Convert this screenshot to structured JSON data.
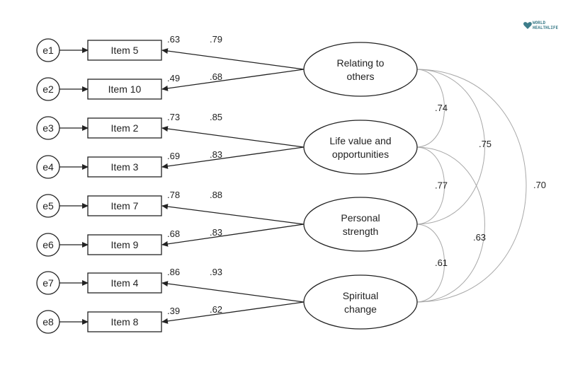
{
  "logo": {
    "line1": "WORLD",
    "line2": "HEALTHLIFE",
    "color": "#3d7d8a"
  },
  "errors": [
    "e1",
    "e2",
    "e3",
    "e4",
    "e5",
    "e6",
    "e7",
    "e8"
  ],
  "items": [
    {
      "label": "Item 5",
      "r2": ".63",
      "loading": ".79"
    },
    {
      "label": "Item 10",
      "r2": ".49",
      "loading": ".68"
    },
    {
      "label": "Item 2",
      "r2": ".73",
      "loading": ".85"
    },
    {
      "label": "Item 3",
      "r2": ".69",
      "loading": ".83"
    },
    {
      "label": "Item 7",
      "r2": ".78",
      "loading": ".88"
    },
    {
      "label": "Item 9",
      "r2": ".68",
      "loading": ".83"
    },
    {
      "label": "Item 4",
      "r2": ".86",
      "loading": ".93"
    },
    {
      "label": "Item 8",
      "r2": ".39",
      "loading": ".62"
    }
  ],
  "factors": [
    {
      "line1": "Relating to",
      "line2": "others"
    },
    {
      "line1": "Life value and",
      "line2": "opportunities"
    },
    {
      "line1": "Personal",
      "line2": "strength"
    },
    {
      "line1": "Spiritual",
      "line2": "change"
    }
  ],
  "correlations": [
    {
      "from": 0,
      "to": 1,
      "value": ".74"
    },
    {
      "from": 0,
      "to": 2,
      "value": ".75"
    },
    {
      "from": 0,
      "to": 3,
      "value": ".70"
    },
    {
      "from": 1,
      "to": 2,
      "value": ".77"
    },
    {
      "from": 1,
      "to": 3,
      "value": ".63"
    },
    {
      "from": 2,
      "to": 3,
      "value": ".61"
    }
  ]
}
